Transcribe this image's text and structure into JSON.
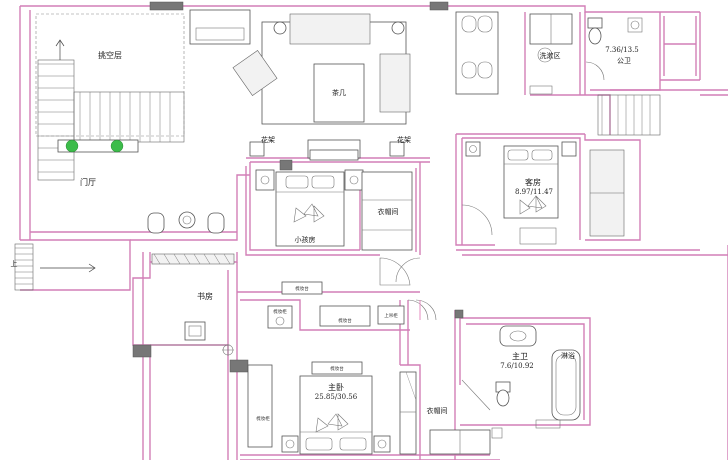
{
  "rooms": {
    "skylight": "挑空层",
    "foyer": "门厅",
    "tea_table": "茶几",
    "flower_rack_left": "花架",
    "flower_rack_right": "花架",
    "kids_room": "小孩房",
    "closet_kids": "衣帽间",
    "guest_room_name": "客房",
    "guest_room_area": "8.97/11.47",
    "washing_area": "洗漱区",
    "public_bath_area": "7.36/13.5",
    "public_bath_name": "公卫",
    "study": "书房",
    "master_bed_name": "主卧",
    "master_bed_area": "25.85/30.56",
    "master_closet": "衣帽间",
    "master_bath_name": "主卫",
    "master_bath_area": "7.6/10.92",
    "shower": "淋浴",
    "entry_arrow": "上"
  },
  "small_labels": {
    "label_a": "梳妆台",
    "label_b": "梳妆柜",
    "label_c": "梳妆台",
    "label_d": "上吊柜",
    "label_e": "梳妆台",
    "label_f": "梳妆柜"
  },
  "colors": {
    "wall": "#d27fb7",
    "furniture": "#555555",
    "plant": "#3cbc4a"
  }
}
